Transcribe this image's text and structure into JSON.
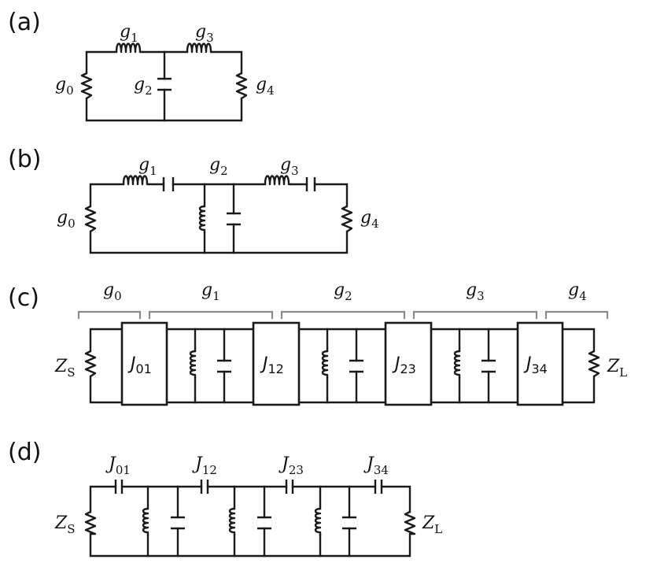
{
  "panels": [
    "(a)",
    "(b)",
    "(c)",
    "(d)"
  ],
  "g_labels": [
    {
      "base": "g",
      "sub": "0"
    },
    {
      "base": "g",
      "sub": "1"
    },
    {
      "base": "g",
      "sub": "2"
    },
    {
      "base": "g",
      "sub": "3"
    },
    {
      "base": "g",
      "sub": "4"
    }
  ],
  "j_labels": [
    {
      "base": "J",
      "sub": "01"
    },
    {
      "base": "J",
      "sub": "12"
    },
    {
      "base": "J",
      "sub": "23"
    },
    {
      "base": "J",
      "sub": "34"
    }
  ],
  "z_labels": {
    "source": {
      "base": "Z",
      "sub": "S"
    },
    "load": {
      "base": "Z",
      "sub": "L"
    }
  }
}
